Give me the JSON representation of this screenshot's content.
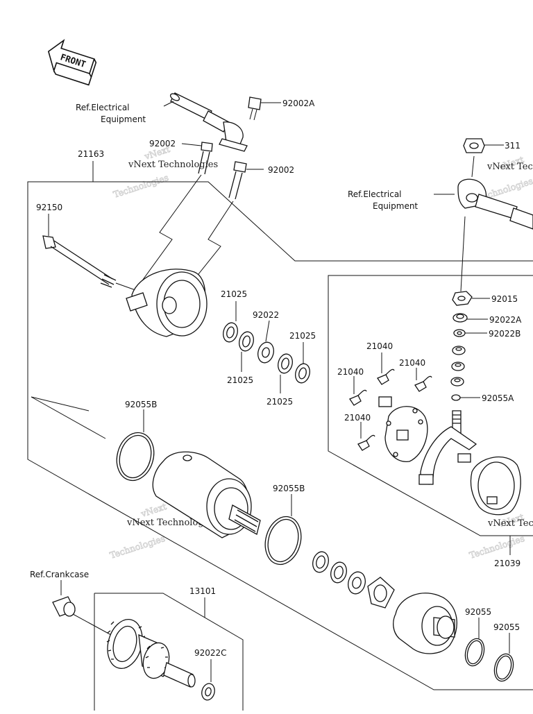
{
  "front_arrow": {
    "label": "FRONT",
    "icon": "front-arrow-icon"
  },
  "labels": {
    "ref_elec_1_line1": "Ref.Electrical",
    "ref_elec_1_line2": "Equipment",
    "ref_elec_2_line1": "Ref.Electrical",
    "ref_elec_2_line2": "Equipment",
    "ref_crankcase": "Ref.Crankcase",
    "p92002A": "92002A",
    "p92002_left": "92002",
    "p92002_right": "92002",
    "p21163": "21163",
    "p92150": "92150",
    "p311": "311",
    "p92015": "92015",
    "p92022A": "92022A",
    "p92022B": "92022B",
    "p92055A": "92055A",
    "p21025_a": "21025",
    "p21025_b": "21025",
    "p21025_c": "21025",
    "p21025_d": "21025",
    "p92022": "92022",
    "p21040_a": "21040",
    "p21040_b": "21040",
    "p21040_c": "21040",
    "p21040_d": "21040",
    "p92055B_a": "92055B",
    "p92055B_b": "92055B",
    "p21039": "21039",
    "p13101": "13101",
    "p92022C": "92022C",
    "p92055_a": "92055",
    "p92055_b": "92055"
  },
  "watermark": {
    "line1": "vNext Technologies",
    "big1": "vNext",
    "big2": "Technologies"
  },
  "colors": {
    "ink": "#111111",
    "watermark": "#cfcfcf",
    "background": "#ffffff"
  }
}
